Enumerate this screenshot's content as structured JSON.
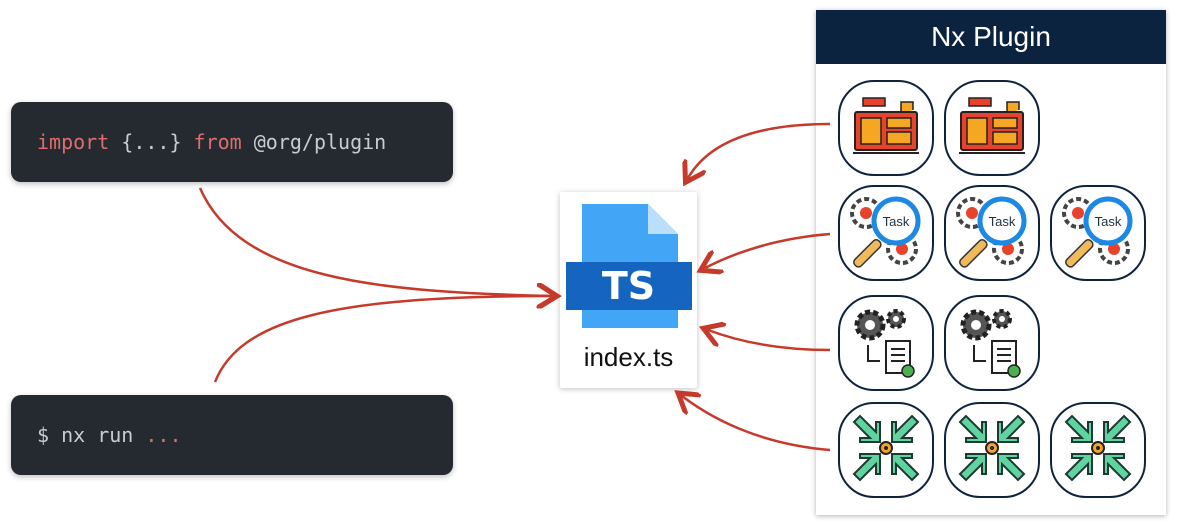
{
  "code_import": {
    "kw1": "import",
    "mid": " {...} ",
    "kw2": "from",
    "rest": " @org/plugin"
  },
  "code_run": {
    "prefix": "$ nx run ",
    "dots": "..."
  },
  "file": {
    "badge": "TS",
    "name": "index.ts"
  },
  "panel": {
    "title": "Nx Plugin",
    "rows": [
      {
        "icon": "generator-icon",
        "count": 2
      },
      {
        "icon": "task-gear-magnifier-icon",
        "count": 3,
        "label": "Task"
      },
      {
        "icon": "gears-document-icon",
        "count": 2
      },
      {
        "icon": "compress-arrows-icon",
        "count": 3
      }
    ]
  },
  "colors": {
    "arrow": "#c63a2c",
    "header": "#0c2340",
    "code_bg": "#252a31",
    "keyword": "#e06c6c",
    "ts_blue": "#1976d2"
  }
}
